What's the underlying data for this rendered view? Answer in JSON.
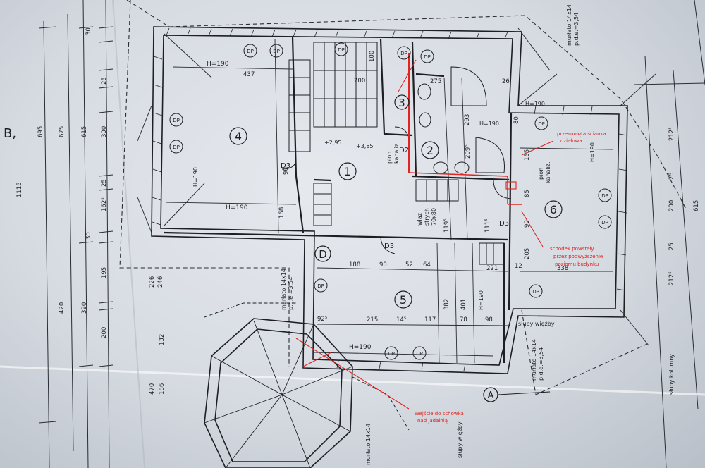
{
  "rooms": [
    {
      "id": "r1",
      "label": "1"
    },
    {
      "id": "r2",
      "label": "2"
    },
    {
      "id": "r3",
      "label": "3"
    },
    {
      "id": "r4",
      "label": "4"
    },
    {
      "id": "r5",
      "label": "5"
    },
    {
      "id": "r6",
      "label": "6"
    },
    {
      "id": "rD",
      "label": "D"
    }
  ],
  "marker_a": "A",
  "marker_b": "B,",
  "dp": "DP",
  "doors": {
    "d3": "D3",
    "d2": "D2"
  },
  "labels": {
    "h190": "H=190",
    "kanaliz": "kanaliz.",
    "pion": "pion",
    "wlaz_1": "właz",
    "wlaz_2": "strych",
    "wlaz_3": "70x80",
    "slupy_wiezby": "słupy więźby",
    "slupy_kolumny": "słupy kolumny",
    "murlato_1": "murłato 14x14",
    "murlato_2": "p.d.e.=3,54",
    "lvl_295": "+2,95",
    "lvl_385": "+3,85"
  },
  "dims": {
    "437": "437",
    "200": "200",
    "100": "100",
    "275": "275",
    "293": "293",
    "26": "26",
    "80": "80",
    "155": "155",
    "85": "85",
    "90": "90",
    "168": "168",
    "188": "188",
    "52": "52",
    "64": "64",
    "221": "221",
    "12": "12",
    "338": "338",
    "205": "205",
    "215": "215",
    "14": "14⁵",
    "117": "117",
    "78": "78",
    "98": "98",
    "92": "92⁵",
    "382": "382",
    "401": "401",
    "119": "119⁵",
    "111": "111⁵",
    "209": "209⁵",
    "226": "226",
    "246": "246",
    "132": "132",
    "186": "186",
    "470": "470",
    "420": "420",
    "390": "390",
    "195": "195",
    "675": "675",
    "615": "615",
    "695": "695",
    "1115": "1115",
    "300": "300",
    "162": "162⁵",
    "25": "25",
    "30": "30",
    "212": "212⁵",
    "615b": "615"
  },
  "annotations": {
    "scianka_1": "przesunięta ścianka",
    "scianka_2": "działowa",
    "schodek_1": "schodek powstały",
    "schodek_2": "przez podwyższenie",
    "schodek_3": "poziomu budynku",
    "wejscie_1": "Wejście do schowka",
    "wejscie_2": "nad jadalnią"
  },
  "colors": {
    "ink": "#1d1f24",
    "red": "#e0241f",
    "paper": "#e2e6eb"
  }
}
